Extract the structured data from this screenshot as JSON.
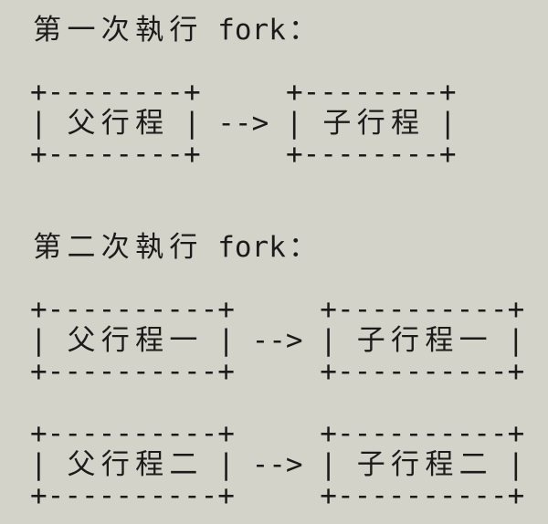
{
  "page": {
    "background_color": "#d3d3c9",
    "text_color": "#1b1b1b"
  },
  "sections": [
    {
      "title": "第一次執行 fork：",
      "diagrams": [
        {
          "parent_label": "父行程",
          "child_label": "子行程",
          "arrow": "-->",
          "lines": [
            "+--------+     +--------+",
            "| 父行程 | --> | 子行程 |",
            "+--------+     +--------+"
          ]
        }
      ]
    },
    {
      "title": "第二次執行 fork：",
      "diagrams": [
        {
          "parent_label": "父行程一",
          "child_label": "子行程一",
          "arrow": "-->",
          "lines": [
            "+----------+     +----------+",
            "| 父行程一 | --> | 子行程一 |",
            "+----------+     +----------+"
          ]
        },
        {
          "parent_label": "父行程二",
          "child_label": "子行程二",
          "arrow": "-->",
          "lines": [
            "+----------+     +----------+",
            "| 父行程二 | --> | 子行程二 |",
            "+----------+     +----------+"
          ]
        }
      ]
    }
  ]
}
